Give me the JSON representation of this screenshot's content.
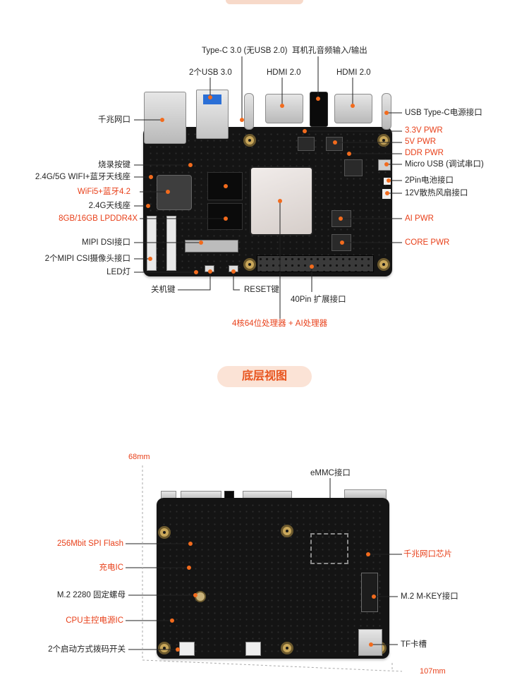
{
  "colors": {
    "accent": "#e8401a",
    "dot": "#f26b1d",
    "pill_bg": "#fbe3d6",
    "pill_text": "#e8541e",
    "board": "#141414"
  },
  "top_view": {
    "labels": {
      "typec3": "Type-C 3.0 (无USB 2.0)",
      "audio": "耳机孔音频输入/输出",
      "usb3": "2个USB 3.0",
      "hdmi_a": "HDMI 2.0",
      "hdmi_b": "HDMI 2.0",
      "ethernet": "千兆网口",
      "usbc_power": "USB Type-C电源接口",
      "pwr33": "3.3V PWR",
      "pwr5": "5V PWR",
      "ddr_pwr": "DDR PWR",
      "micro_usb": "Micro USB (调试串口)",
      "burn_key": "烧录按键",
      "wifi_antenna": "2.4G/5G WIFI+蓝牙天线座",
      "battery": "2Pin电池接口",
      "wifi_module": "WiFi5+蓝牙4.2",
      "fan": "12V散热风扇接口",
      "antenna24": "2.4G天线座",
      "lpddr": "8GB/16GB LPDDR4X",
      "ai_pwr": "AI PWR",
      "mipi_dsi": "MIPI DSI接口",
      "core_pwr": "CORE PWR",
      "mipi_csi": "2个MIPI CSI摄像头接口",
      "led": "LED灯",
      "power_key": "关机键",
      "reset_key": "RESET键",
      "gpio40": "40Pin 扩展接口",
      "processor": "4核64位处理器 + AI处理器"
    }
  },
  "section_title": "底层视图",
  "bottom_view": {
    "dim_height": "68mm",
    "dim_width": "107mm",
    "labels": {
      "emmc": "eMMC接口",
      "spi_flash": "256Mbit SPI Flash",
      "eth_chip": "千兆网口芯片",
      "charge_ic": "充电IC",
      "m2_nut": "M.2 2280 固定螺母",
      "m2_mkey": "M.2 M-KEY接口",
      "cpu_pmic": "CPU主控电源IC",
      "tf_slot": "TF卡槽",
      "boot_switch": "2个启动方式拨码开关"
    }
  }
}
